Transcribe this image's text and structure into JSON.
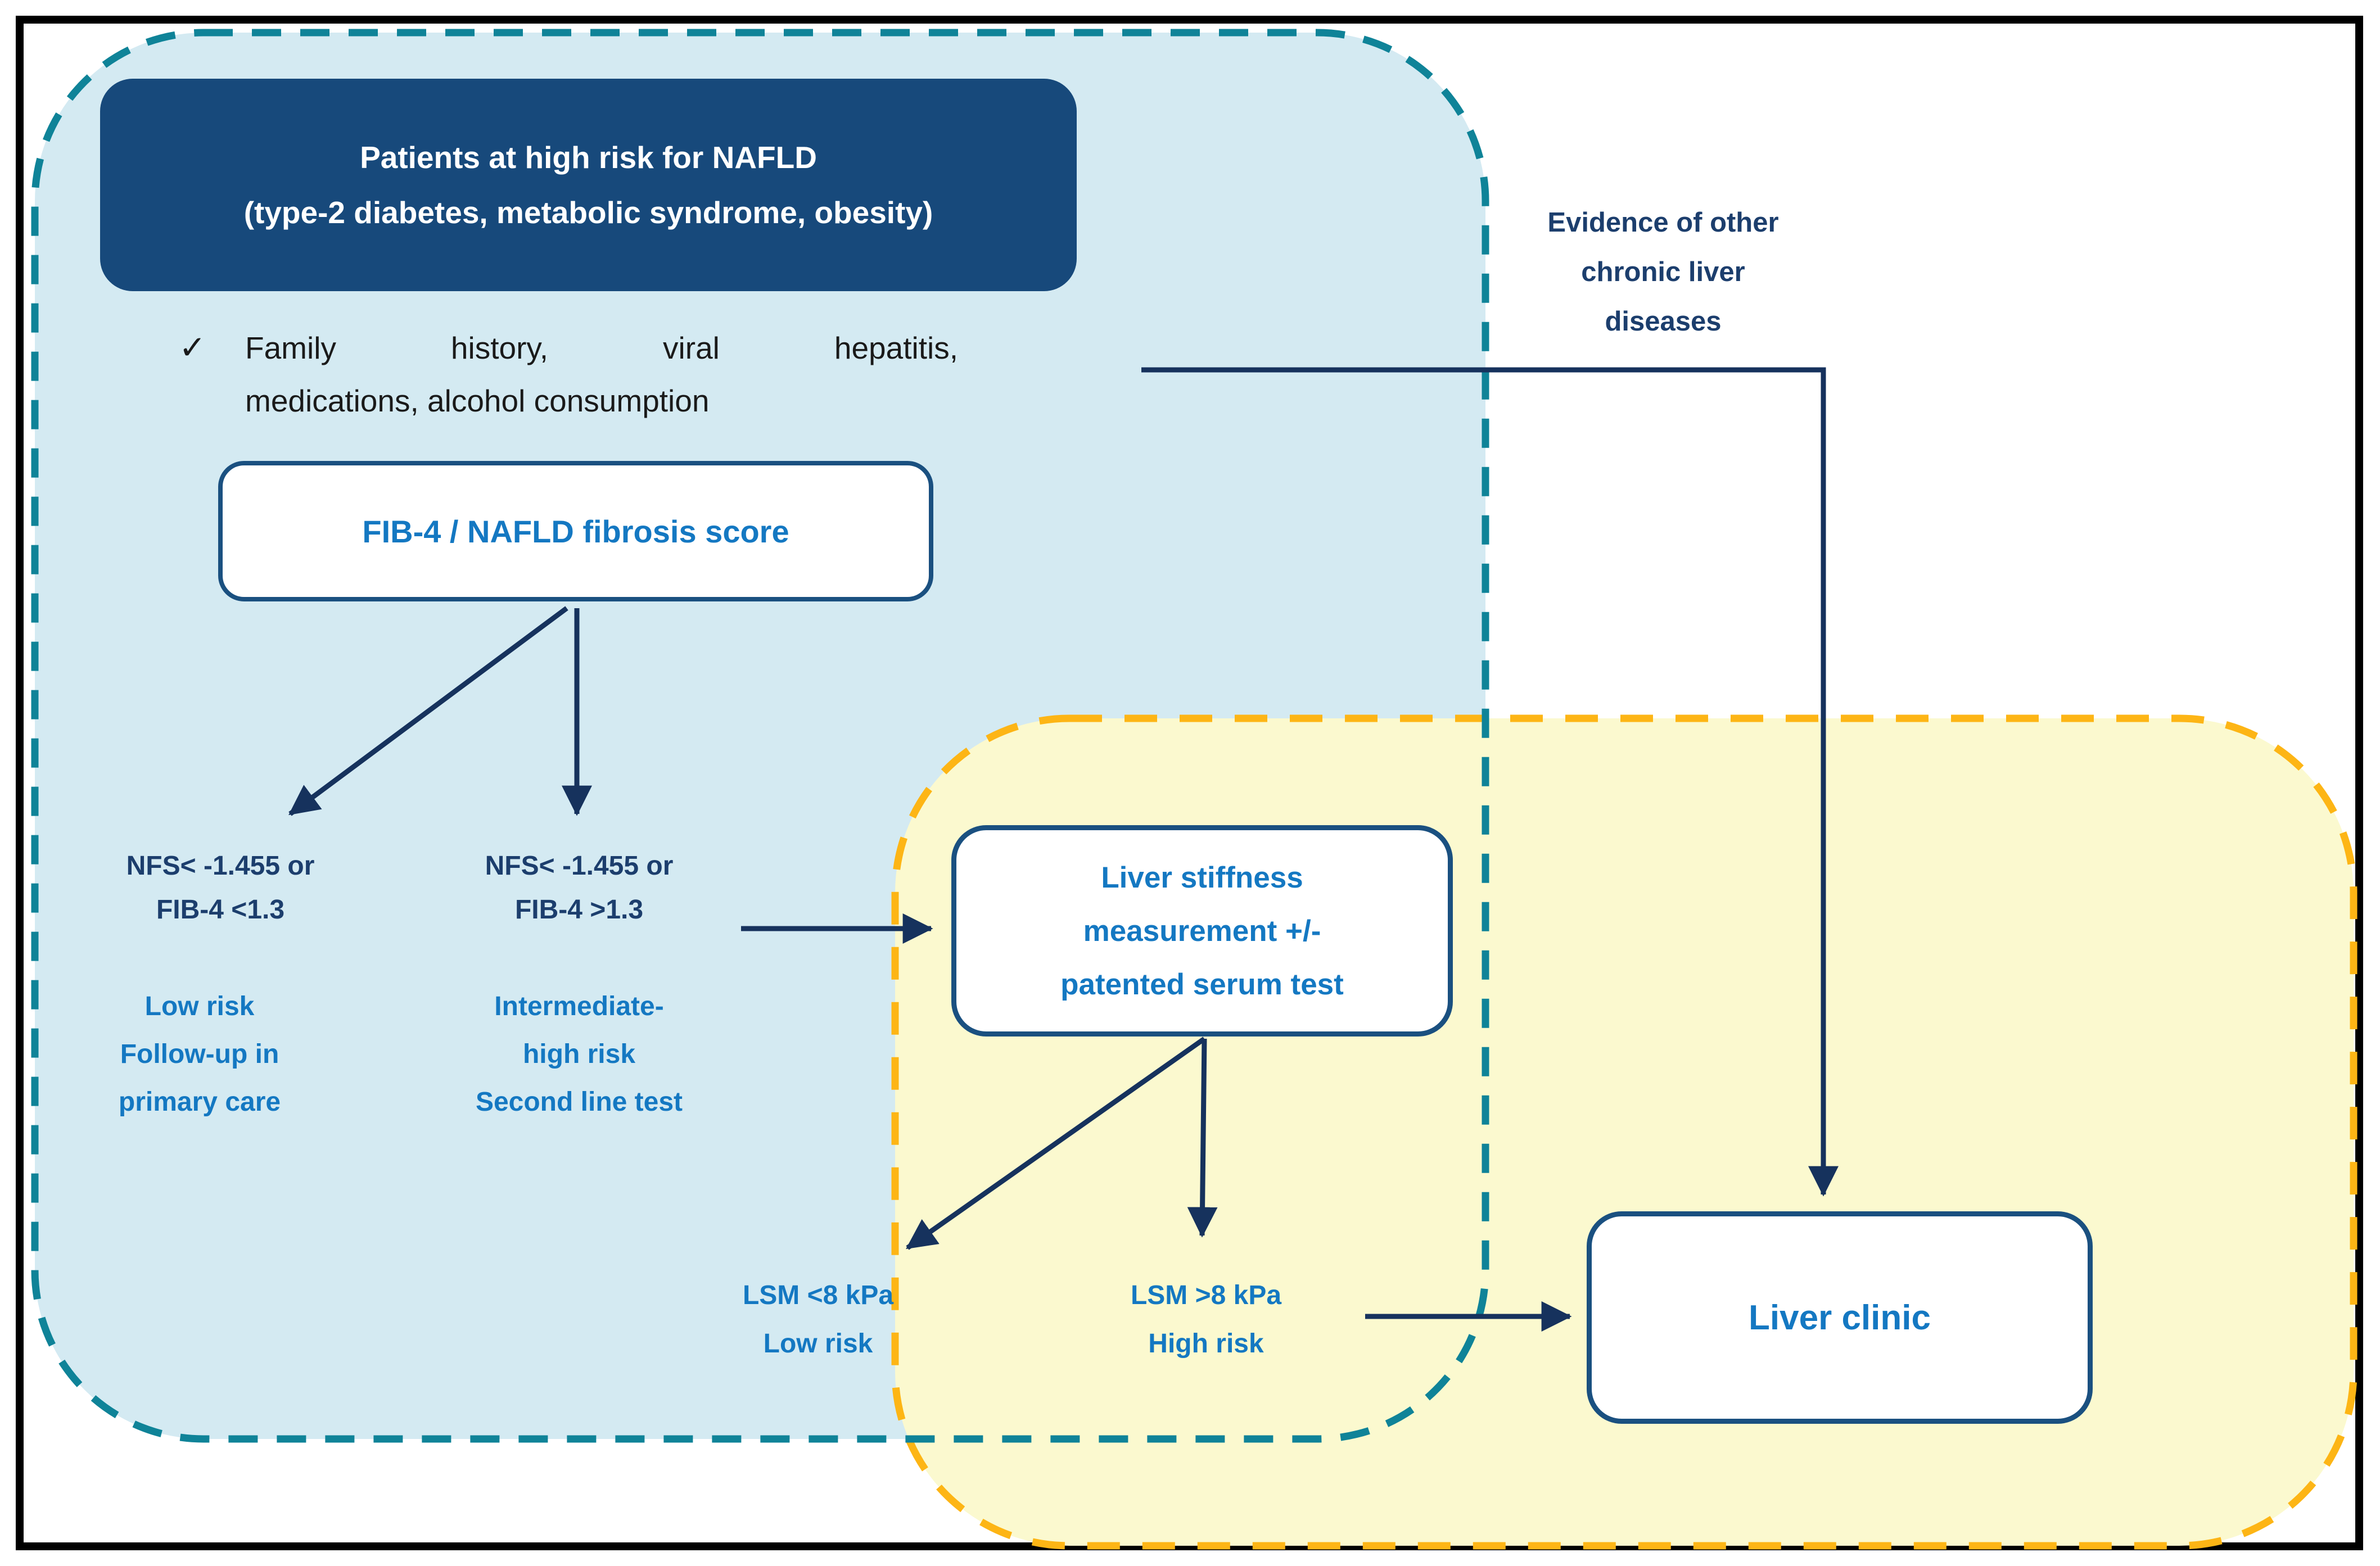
{
  "colors": {
    "outer_border": "#000000",
    "white": "#ffffff",
    "blue_region_fill": "#d4eaf2",
    "yellow_region_fill": "#fbf9cf",
    "teal_dashed_border": "#0f8398",
    "gold_dashed_border": "#fdb515",
    "navy_fill": "#17497b",
    "navy_line": "#16325d",
    "box_border": "#1a5080",
    "dark_navy_text": "#1c3e6d",
    "bright_blue_text": "#1478c2",
    "checklist_text": "#1a1a1a"
  },
  "flowchart": {
    "top_box": {
      "line1": "Patients at high risk for NAFLD",
      "line2": "(type-2 diabetes, metabolic syndrome, obesity)"
    },
    "checklist": {
      "check_icon": "✓",
      "line1": "Family history, viral hepatitis,",
      "line2": "medications, alcohol consumption"
    },
    "fib4_box": {
      "label": "FIB-4 / NAFLD fibrosis score"
    },
    "left_branch": {
      "criteria": {
        "line1": "NFS< -1.455 or",
        "line2": "FIB-4 <1.3"
      },
      "outcome": {
        "line1": "Low risk",
        "line2": "Follow-up in",
        "line3": "primary care"
      }
    },
    "middle_branch": {
      "criteria": {
        "line1": "NFS< -1.455 or",
        "line2": "FIB-4 >1.3"
      },
      "outcome": {
        "line1": "Intermediate-",
        "line2": "high risk",
        "line3": "Second line test"
      }
    },
    "stiffness_box": {
      "line1": "Liver stiffness",
      "line2": "measurement +/-",
      "line3": "patented serum test"
    },
    "lsm_low": {
      "line1": "LSM <8 kPa",
      "line2": "Low risk"
    },
    "lsm_high": {
      "line1": "LSM >8 kPa",
      "line2": "High risk"
    },
    "evidence_note": {
      "line1": "Evidence of other",
      "line2": "chronic liver",
      "line3": "diseases"
    },
    "clinic_box": {
      "label": "Liver clinic"
    }
  }
}
